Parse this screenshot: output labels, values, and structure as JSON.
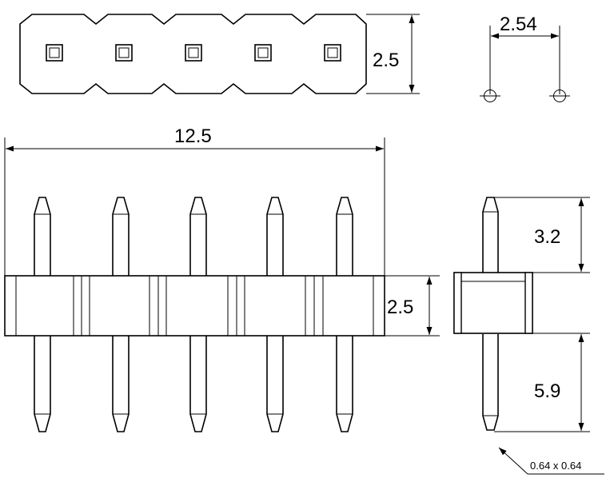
{
  "labels": {
    "top_height": "2.5",
    "pitch": "2.54",
    "overall_length": "12.5",
    "body_height": "2.5",
    "upper_pin": "3.2",
    "lower_pin": "5.9",
    "pin_section": "0.64 x 0.64"
  },
  "pin_count": 5
}
